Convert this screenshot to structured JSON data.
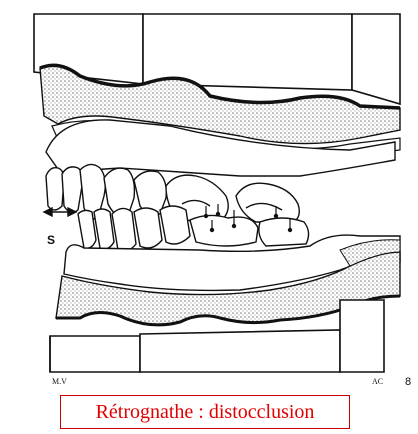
{
  "figure": {
    "signature_left": "M.V",
    "signature_right": "AC",
    "figure_number": "8",
    "movement_label": "S"
  },
  "caption": {
    "text": "Rétrognathe : distocclusion",
    "color": "#e00000"
  },
  "palette": {
    "ink": "#111111",
    "stipple": "#9a9a9a",
    "paper": "#ffffff"
  }
}
